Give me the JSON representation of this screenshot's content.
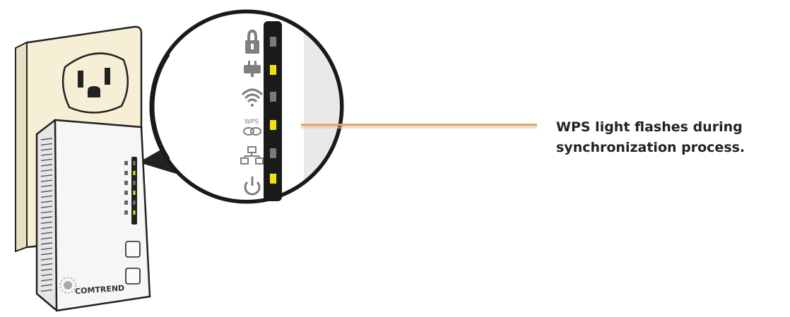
{
  "callout": {
    "line1": "WPS light flashes during",
    "line2": "synchronization process."
  },
  "device": {
    "brand": "COMTREND",
    "wps_icon_label": "WPS"
  },
  "indicators": [
    {
      "icon": "lock-icon",
      "led": "off"
    },
    {
      "icon": "power-plug-icon",
      "led": "on"
    },
    {
      "icon": "wifi-icon",
      "led": "off"
    },
    {
      "icon": "wps-icon",
      "led": "on"
    },
    {
      "icon": "network-icon",
      "led": "off"
    },
    {
      "icon": "power-icon",
      "led": "on"
    }
  ],
  "colors": {
    "led_on": "#f2e600",
    "led_off": "#7a7a7a",
    "leader_line": "#f0a060",
    "outlet_plate": "#f6efd6",
    "device_body": "#f2f2f2"
  }
}
